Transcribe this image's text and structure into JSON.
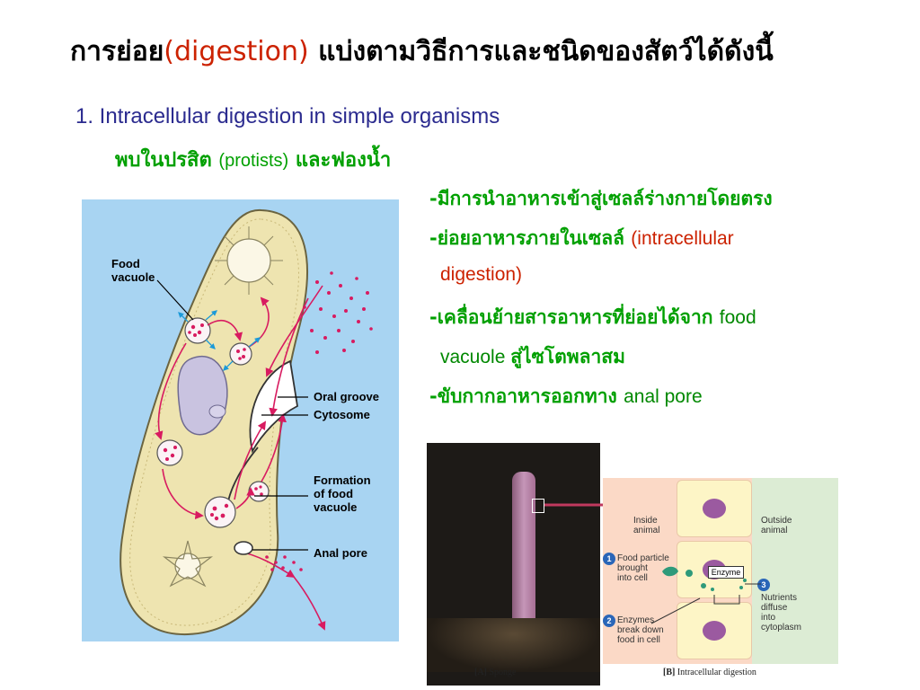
{
  "title": {
    "thai_start": "การย่อย",
    "english": "(digestion)",
    "thai_end": " แบ่งตามวิธีการและชนิดของสัตว์ได้ดังนี้"
  },
  "point1": "1. Intracellular digestion in simple organisms",
  "where": {
    "thai_a": "พบในปรสิต ",
    "english": "(protists)",
    "thai_b": " และฟองน้ำ"
  },
  "bullets": {
    "b1": "-มีการนำอาหารเข้าสู่เซลล์ร่างกายโดยตรง",
    "b2_thai": "-ย่อยอาหารภายในเซลล์ ",
    "b2_en": "(intracellular",
    "b2_cont": "digestion)",
    "b3_thai": "-เคลื่อนย้ายสารอาหารที่ย่อยได้จาก ",
    "b3_en": "food",
    "b3_cont_en": "vacuole ",
    "b3_cont_thai": "สู่ไซโตพลาสม",
    "b4_thai": "-ขับกากอาหารออกทาง ",
    "b4_en": "anal pore"
  },
  "paramecium": {
    "food_vacuole": "Food\nvacuole",
    "oral_groove": "Oral groove",
    "cytosome": "Cytosome",
    "formation": "Formation\nof food\nvacuole",
    "anal_pore": "Anal pore"
  },
  "sponge_diagram": {
    "inside": "Inside\nanimal",
    "outside": "Outside\nanimal",
    "step1_num": "1",
    "step1": "Food particle\nbrought\ninto cell",
    "step2_num": "2",
    "step2": "Enzymes\nbreak down\nfood in cell",
    "step3_num": "3",
    "step3": "Nutrients\ndiffuse\ninto\ncytoplasm",
    "enzyme": "Enzyme"
  },
  "captions": {
    "a_tag": "[A]",
    "a_text": " Sponge",
    "b_tag": "[B]",
    "b_text": " Intracellular digestion"
  },
  "colors": {
    "title_red": "#cc2200",
    "blue_text": "#2b2b8f",
    "green_text": "#00a000",
    "magenta_arrow": "#d81b60"
  }
}
